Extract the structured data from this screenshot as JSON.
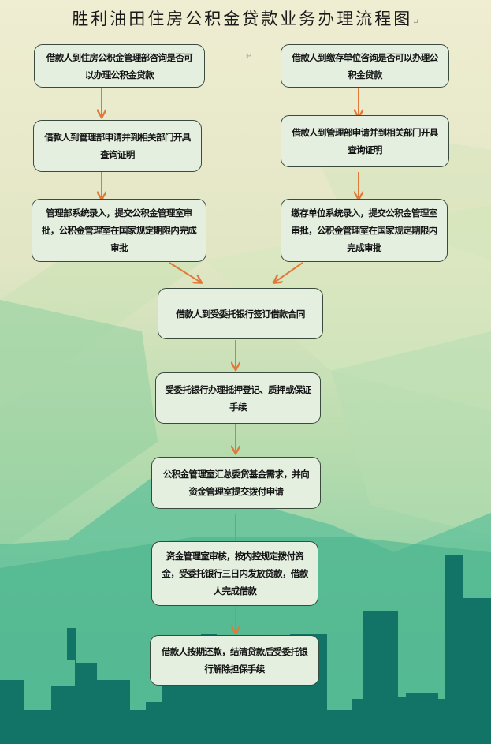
{
  "title": "胜利油田住房公积金贷款业务办理流程图",
  "colors": {
    "box_fill": "#e4efe0",
    "box_border": "#3a4a3e",
    "arrow": "#e07a3a",
    "bg_top": "#eeeccf",
    "bg_mid": "#8fcc98",
    "city": "#127466"
  },
  "left_column": [
    {
      "id": "L1",
      "text": "借款人到住房公积金管理部咨询是否可以办理公积金贷款"
    },
    {
      "id": "L2",
      "text": "借款人到管理部申请并到相关部门开具查询证明"
    },
    {
      "id": "L3",
      "text": "管理部系统录入，提交公积金管理室审批，公积金管理室在国家规定期限内完成审批"
    }
  ],
  "right_column": [
    {
      "id": "R1",
      "text": "借款人到缴存单位咨询是否可以办理公积金贷款"
    },
    {
      "id": "R2",
      "text": "借款人到管理部申请并到相关部门开具查询证明"
    },
    {
      "id": "R3",
      "text": "缴存单位系统录入，提交公积金管理室审批，公积金管理室在国家规定期限内完成审批"
    }
  ],
  "center_column": [
    {
      "id": "C1",
      "text": "借款人到受委托银行签订借款合同"
    },
    {
      "id": "C2",
      "text": "受委托银行办理抵押登记、质押或保证手续"
    },
    {
      "id": "C3",
      "text": "公积金管理室汇总委贷基金需求，并向资金管理室提交拨付申请"
    },
    {
      "id": "C4",
      "text": "资金管理室审核，按内控规定拨付资金，受委托银行三日内发放贷款，借款人完成借款"
    },
    {
      "id": "C5",
      "text": "借款人按期还款，结清贷款后受委托银行解除担保手续"
    }
  ],
  "edges": [
    [
      "L1",
      "L2"
    ],
    [
      "L2",
      "L3"
    ],
    [
      "L3",
      "C1"
    ],
    [
      "R1",
      "R2"
    ],
    [
      "R2",
      "R3"
    ],
    [
      "R3",
      "C1"
    ],
    [
      "C1",
      "C2"
    ],
    [
      "C2",
      "C3"
    ],
    [
      "C3",
      "C4"
    ],
    [
      "C4",
      "C5"
    ]
  ],
  "marks": {
    "paragraph": "↵"
  }
}
